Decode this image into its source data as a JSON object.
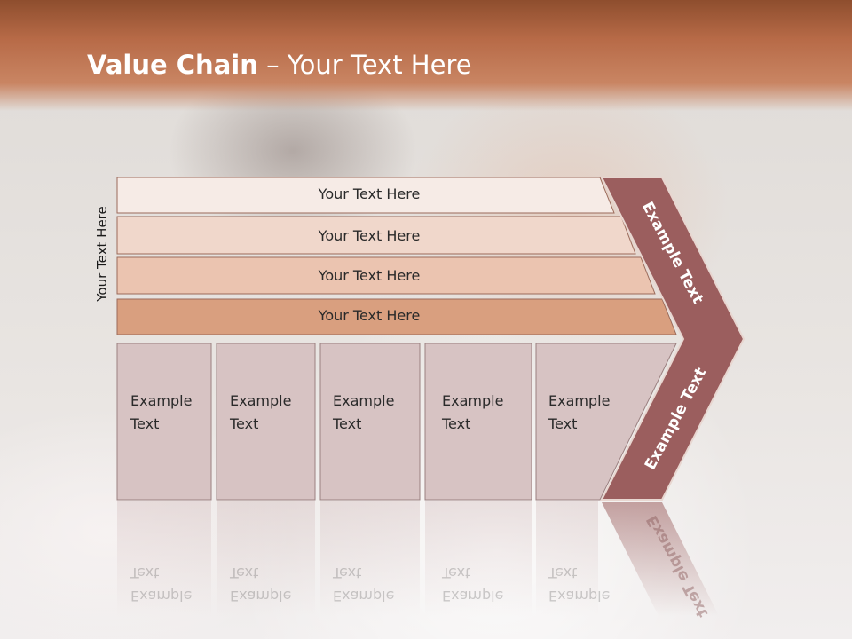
{
  "slide": {
    "title_bold": "Value Chain",
    "title_rest": " – Your Text Here",
    "side_label": "Your Text Here"
  },
  "bars": [
    {
      "label": "Your Text Here",
      "color": "#f6ebe6"
    },
    {
      "label": "Your Text Here",
      "color": "#f0d7cb"
    },
    {
      "label": "Your Text Here",
      "color": "#ebc4b0"
    },
    {
      "label": "Your Text Here",
      "color": "#d99f7f"
    }
  ],
  "columns": [
    {
      "line1": "Example",
      "line2": "Text"
    },
    {
      "line1": "Example",
      "line2": "Text"
    },
    {
      "line1": "Example",
      "line2": "Text"
    },
    {
      "line1": "Example",
      "line2": "Text"
    },
    {
      "line1": "Example",
      "line2": "Text"
    }
  ],
  "arrow": {
    "upper_label": "Example Text",
    "lower_label": "Example Text",
    "color": "#9b5e5e"
  },
  "colors": {
    "header": "#b76a47",
    "column_fill": "#d7c3c3"
  }
}
